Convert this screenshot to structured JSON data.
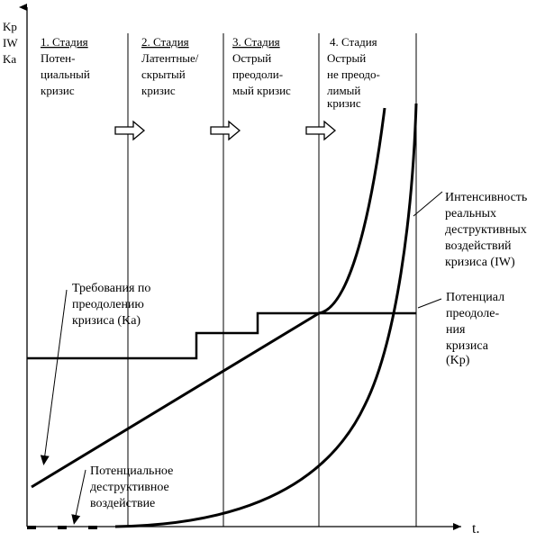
{
  "axes": {
    "y_label_lines": [
      "Kp",
      "IW",
      "Ka"
    ],
    "x_label": "t."
  },
  "stages": [
    {
      "title": "1. Стадия",
      "lines": [
        "Потен-",
        "циальный",
        "кризис"
      ]
    },
    {
      "title": "2. Стадия",
      "lines": [
        "Латентные/",
        "скрытый",
        "кризис"
      ]
    },
    {
      "title": "3. Стадия",
      "lines": [
        "Острый",
        "преодоли-",
        "мый кризис"
      ]
    },
    {
      "title": "4. Стадия",
      "lines": [
        "Острый",
        "не преодо-",
        "лимый",
        "кризис"
      ]
    }
  ],
  "annotations": {
    "iw": [
      "Интенсивность",
      "реальных",
      "деструктивных",
      "воздействий",
      "кризиса (IW)"
    ],
    "ka": [
      "Требования по",
      "преодолению",
      "кризиса (Ka)"
    ],
    "kp": [
      "Потенциал",
      "преодоле-",
      "ния",
      "кризиса",
      "(Kp)"
    ],
    "potential": [
      "Потенциальное",
      "деструктивное",
      "воздействие"
    ]
  },
  "colors": {
    "line": "#000000",
    "background": "#ffffff"
  }
}
